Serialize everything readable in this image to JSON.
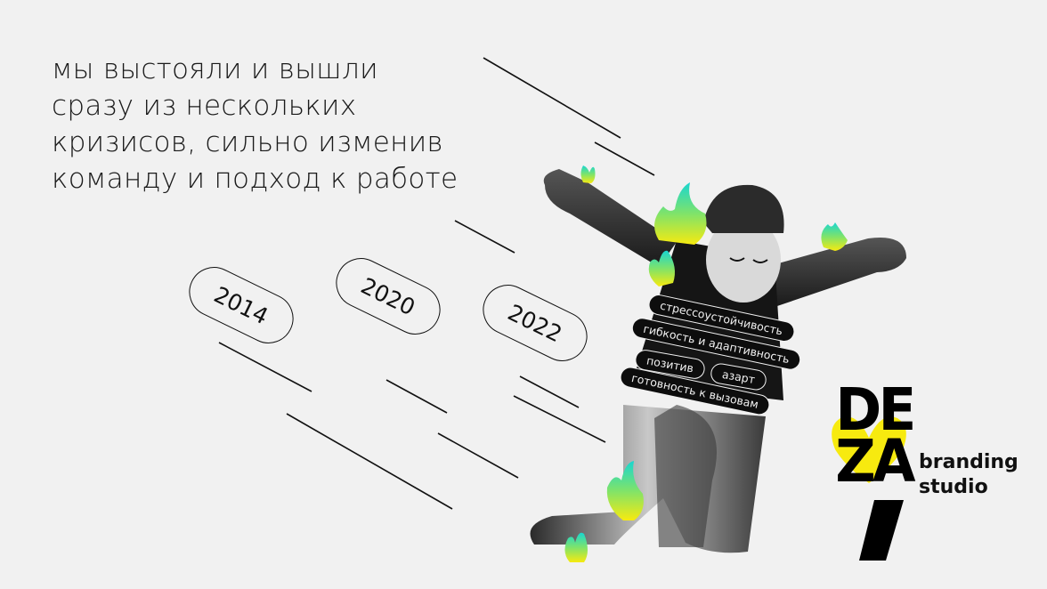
{
  "headline": {
    "lines": [
      "мы выстояли и вышли",
      "сразу из нескольких",
      "кризисов, сильно изменив",
      "команду и подход к работе"
    ]
  },
  "years": [
    "2014",
    "2020",
    "2022"
  ],
  "tags": [
    "стрессоустойчивость",
    "гибкость и адаптивность",
    "позитив",
    "азарт",
    "готовность к вызовам"
  ],
  "logo": {
    "wordmark": "DEZA",
    "tagline_1": "branding",
    "tagline_2": "studio"
  },
  "colors": {
    "background": "#f1f1f1",
    "accent_yellow": "#f7ea0f",
    "flame_cyan": "#19d6d0",
    "ink": "#111111"
  }
}
